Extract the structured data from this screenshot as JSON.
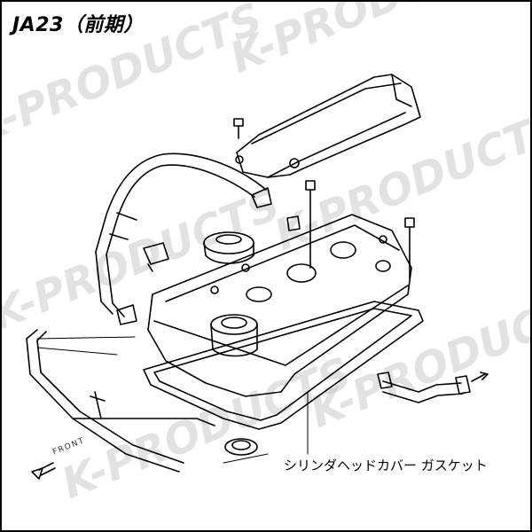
{
  "title": "JA23（前期）",
  "part_label": "シリンダヘッドカバー ガスケット",
  "front_label": "FRONT",
  "watermark": "K-PRODUCTS",
  "colors": {
    "line": "#000000",
    "watermark": "#bebebe"
  }
}
